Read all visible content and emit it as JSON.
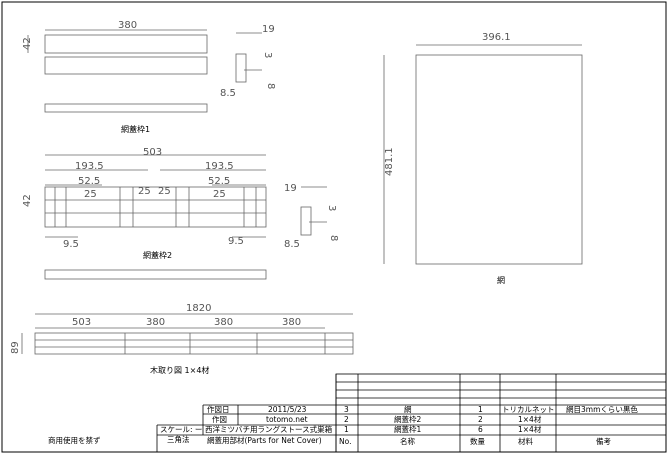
{
  "drawing": {
    "part1": {
      "label": "網蓋枠1",
      "dims": {
        "length": "380",
        "height": "42",
        "width": "19",
        "groove": "3",
        "depth": "8",
        "offset": "8.5"
      }
    },
    "part2": {
      "label": "網蓋枠2",
      "dims": {
        "length": "503",
        "half_left": "193.5",
        "half_right": "193.5",
        "sub_left": "52.5",
        "sub_right": "52.5",
        "gap1": "25",
        "gap2": "25",
        "gap3": "25",
        "gap4": "25",
        "height": "42",
        "edge_left": "9.5",
        "edge_right": "9.5",
        "width": "19",
        "groove": "3",
        "depth": "8",
        "offset": "8.5"
      }
    },
    "net": {
      "label": "網",
      "dims": {
        "width": "396.1",
        "height": "481.1"
      }
    },
    "layout": {
      "label": "木取り図 1×4材",
      "dims": {
        "total": "1820",
        "seg1": "503",
        "seg2": "380",
        "seg3": "380",
        "seg4": "380",
        "height": "89"
      }
    }
  },
  "title_block": {
    "rows": [
      {
        "no": "3",
        "name": "網",
        "qty": "1",
        "material": "トリカルネット",
        "note": "網目3mmくらい黒色"
      },
      {
        "no": "2",
        "name": "網蓋枠2",
        "qty": "2",
        "material": "1×4材",
        "note": ""
      },
      {
        "no": "1",
        "name": "網蓋枠1",
        "qty": "6",
        "material": "1×4材",
        "note": ""
      }
    ],
    "header": {
      "no": "No.",
      "name": "名称",
      "qty": "数量",
      "material": "材料",
      "note": "備考"
    },
    "date_label": "作図日",
    "date_value": "2011/5/23",
    "author_label": "作図",
    "author_value": "totomo.net",
    "scale_label": "スケール: ー",
    "scale_value": "西洋ミツバチ用ラングストース式巣箱",
    "projection": "三角法",
    "parts_title": "網蓋用部材(Parts for Net Cover)",
    "notice": "商用使用を禁ず"
  }
}
